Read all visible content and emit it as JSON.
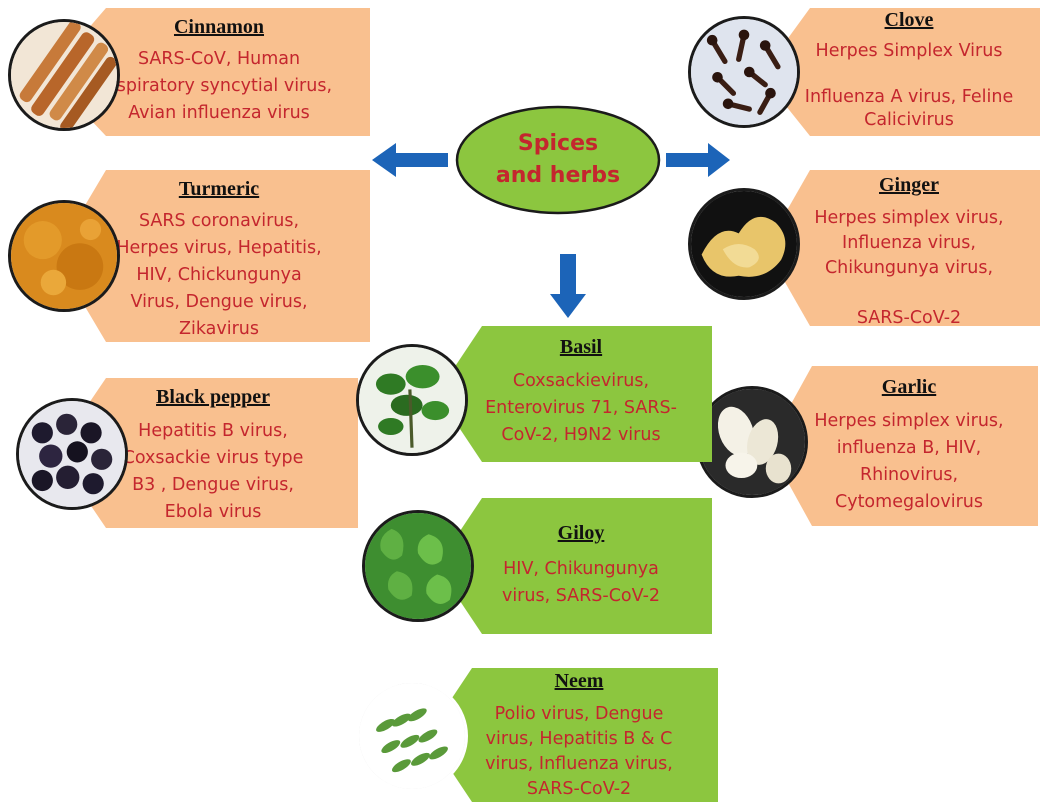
{
  "center": {
    "title": "Spices\nand herbs"
  },
  "colors": {
    "peach": "#f9c08f",
    "green": "#8cc63f",
    "text_red": "#c4262e",
    "arrow_blue": "#1c64b8"
  },
  "cards": {
    "cinnamon": {
      "title": "Cinnamon",
      "text": "SARS-CoV, Human\nespiratory syncytial virus,\nAvian influenza virus",
      "icon": "cinnamon-sticks-photo"
    },
    "turmeric": {
      "title": "Turmeric",
      "text": "SARS coronavirus,\nHerpes virus, Hepatitis,\nHIV, Chickungunya\nVirus, Dengue virus,\nZikavirus",
      "icon": "turmeric-powder-photo"
    },
    "black_pepper": {
      "title": "Black pepper",
      "text": "Hepatitis B virus,\nCoxsackie virus type\nB3 , Dengue virus,\nEbola virus",
      "icon": "black-pepper-photo"
    },
    "clove": {
      "title": "Clove",
      "text": "Herpes Simplex Virus\n\nInfluenza A virus, Feline\nCalicivirus",
      "icon": "clove-photo"
    },
    "ginger": {
      "title": "Ginger",
      "text": "Herpes simplex virus,\nInfluenza virus,\nChikungunya virus,\n\nSARS-CoV-2",
      "icon": "ginger-photo"
    },
    "garlic": {
      "title": "Garlic",
      "text": "Herpes simplex virus,\ninfluenza B, HIV,\nRhinovirus,\nCytomegalovirus",
      "icon": "garlic-photo"
    },
    "basil": {
      "title": "Basil",
      "text": "Coxsackievirus,\nEnterovirus 71, SARS-\nCoV-2, H9N2 virus",
      "icon": "basil-photo"
    },
    "giloy": {
      "title": "Giloy",
      "text": "HIV, Chikungunya\nvirus, SARS-CoV-2",
      "icon": "giloy-photo"
    },
    "neem": {
      "title": "Neem",
      "text": "Polio virus, Dengue\nvirus, Hepatitis B & C\nvirus, Influenza virus,\nSARS-CoV-2",
      "icon": "neem-photo"
    }
  }
}
